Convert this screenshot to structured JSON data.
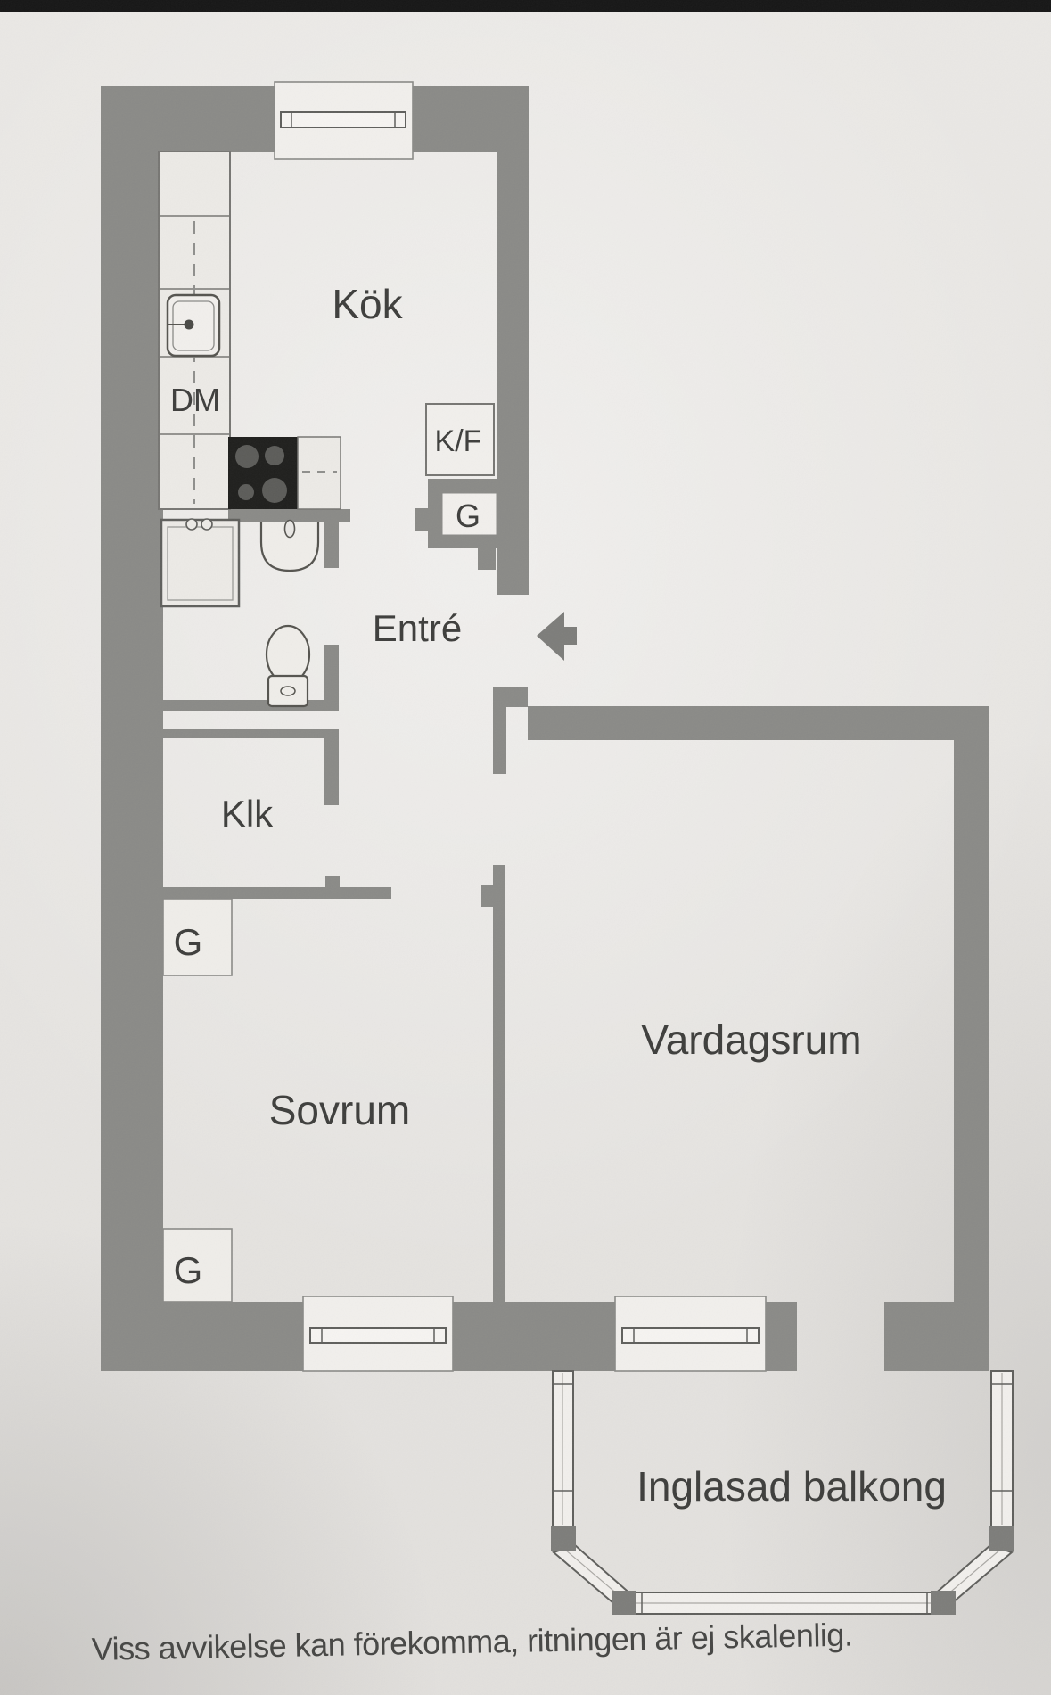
{
  "document": {
    "type": "apartment floor plan",
    "language": "Swedish"
  },
  "labels": {
    "kitchen": "Kök",
    "dishwasher": "DM",
    "fridge_freezer": "K/F",
    "wardrobe": "G",
    "entry": "Entré",
    "closet": "Klk",
    "bedroom": "Sovrum",
    "living_room": "Vardagsrum",
    "balcony": "Inglasad balkong"
  },
  "footer": {
    "disclaimer": "Viss avvikelse kan förekomma, ritningen är ej skalenlig."
  },
  "colors": {
    "wall": "#8a8a87",
    "wall_dark": "#7d7d7a",
    "fixture_fill": "#efede9",
    "counter_fill": "#eceae6",
    "window_fill": "#f1efec",
    "line": "#6b6b68",
    "letterbox": "#161616"
  }
}
